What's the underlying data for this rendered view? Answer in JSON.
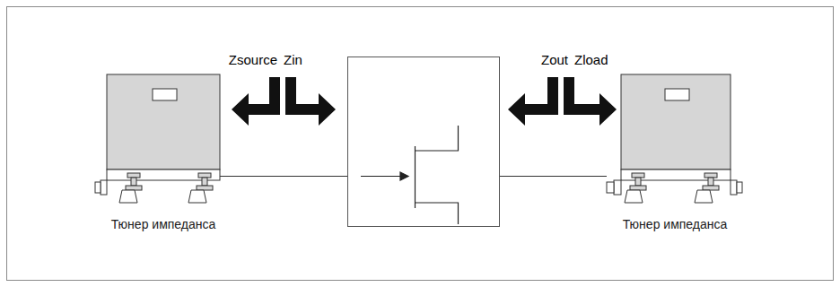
{
  "diagram": {
    "nodes": [
      {
        "text": [
          "Тюнер импеданса"
        ]
      },
      {
        "text": [
          "Тюнер импеданса"
        ]
      }
    ],
    "labels": [
      "Zsource",
      "Zin",
      "Zout",
      "Zload"
    ]
  }
}
